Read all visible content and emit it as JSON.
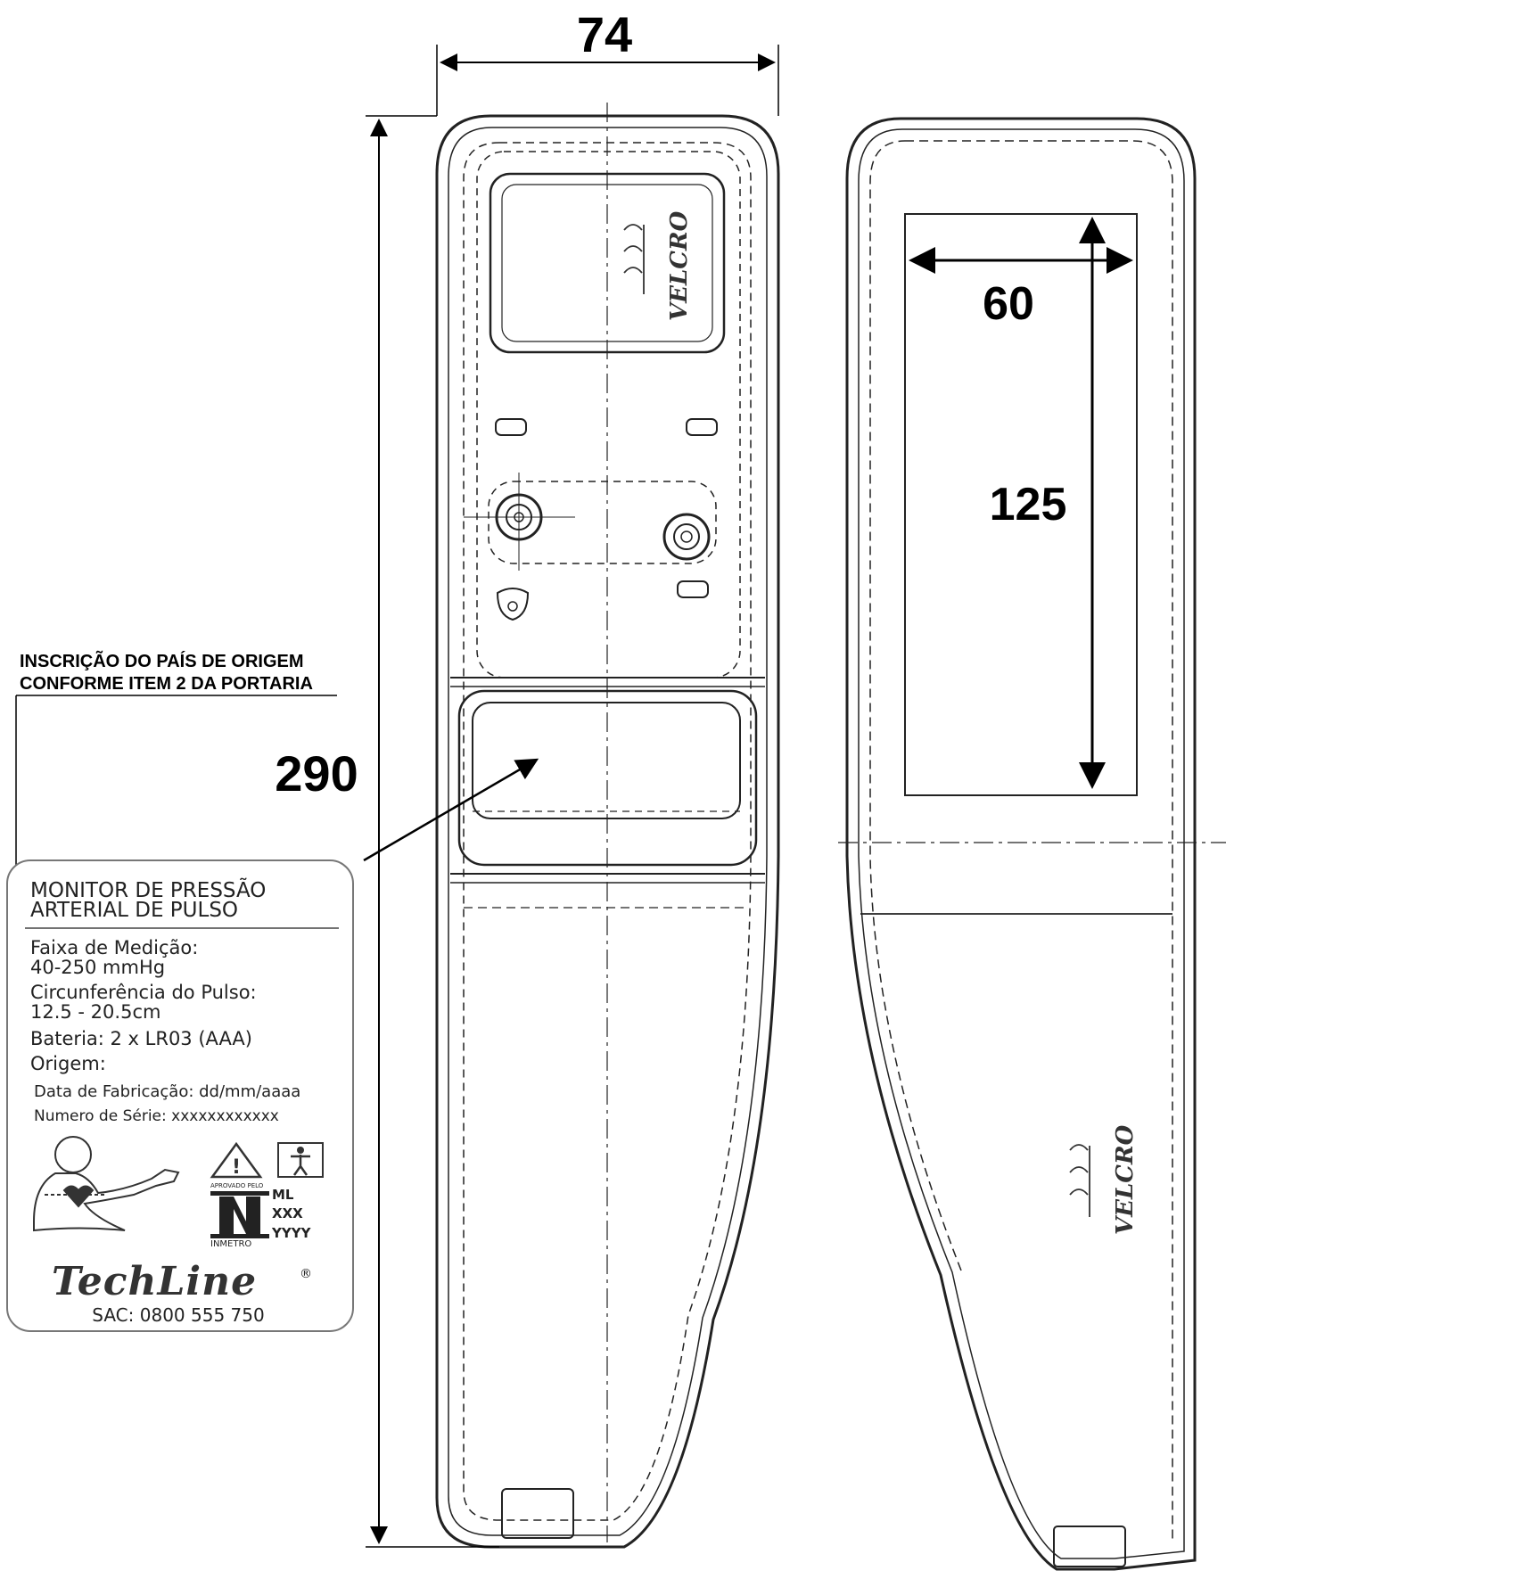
{
  "dimensions": {
    "width": "74",
    "length": "290",
    "velcro_width": "60",
    "velcro_length": "125"
  },
  "annotation": {
    "line1": "INSCRIÇÃO DO PAÍS DE ORIGEM",
    "line2": "CONFORME ITEM 2 DA PORTARIA"
  },
  "velcro_brand": "VELCRO",
  "label": {
    "title1": "MONITOR DE PRESSÃO",
    "title2": "ARTERIAL DE PULSO",
    "range_label": "Faixa de Medição:",
    "range_value": "40-250 mmHg",
    "circ_label": "Circunferência do Pulso:",
    "circ_value": "12.5 - 20.5cm",
    "battery": "Bateria: 2 x LR03 (AAA)",
    "origin": "Origem:",
    "manufacture_date": "Data de Fabricação: dd/mm/aaaa",
    "serial": "Numero de Série: xxxxxxxxxxxx",
    "approved": "APROVADO PELO",
    "inmetro": "INMETRO",
    "ml": "ML",
    "xxx": "XXX",
    "yyyy": "YYYY",
    "brand": "TechLine",
    "registered": "®",
    "sac": "SAC: 0800 555 750"
  },
  "icons": [
    "warning-icon",
    "body-type-icon",
    "patient-pictogram-icon",
    "inmetro-logo-icon",
    "techline-logo"
  ]
}
